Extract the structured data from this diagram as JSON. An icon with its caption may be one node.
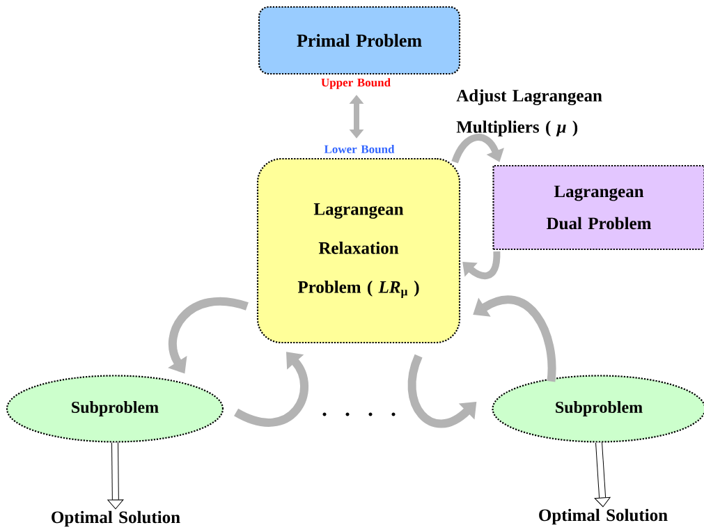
{
  "diagram": {
    "nodes": [
      {
        "text": [
          "Primal Problem"
        ],
        "beside": [
          "Upper Bound"
        ]
      },
      {
        "text": [
          "Lagrangean Relaxation Problem ( *LR*$_{μ}$ )"
        ],
        "beside": [
          "Lower Bound"
        ]
      },
      {
        "text": [
          "Lagrangean Dual Problem"
        ]
      },
      {
        "text": [
          "Subproblem"
        ]
      },
      {
        "text": [
          "Subproblem"
        ]
      },
      {
        "text": [
          "Optimal Solution"
        ]
      },
      {
        "text": [
          "Optimal Solution"
        ]
      }
    ],
    "edges": [
      {
        "from": 0,
        "to": 1,
        "arrow": "both"
      },
      {
        "from": 1,
        "to": 2,
        "arrow": "to"
      },
      {
        "from": 2,
        "to": 1,
        "arrow": "to"
      },
      {
        "from": 1,
        "to": 3,
        "arrow": "to"
      },
      {
        "from": 3,
        "to": 1,
        "arrow": "to"
      },
      {
        "from": 1,
        "to": 4,
        "arrow": "to"
      },
      {
        "from": 4,
        "to": 1,
        "arrow": "to"
      },
      {
        "from": 3,
        "to": 5,
        "arrow": "to",
        "color": "#000000"
      },
      {
        "from": 4,
        "to": 6,
        "arrow": "to",
        "color": "#000000"
      }
    ],
    "labels": [
      "Adjust Lagrangean Multipliers ( *μ* )"
    ]
  }
}
